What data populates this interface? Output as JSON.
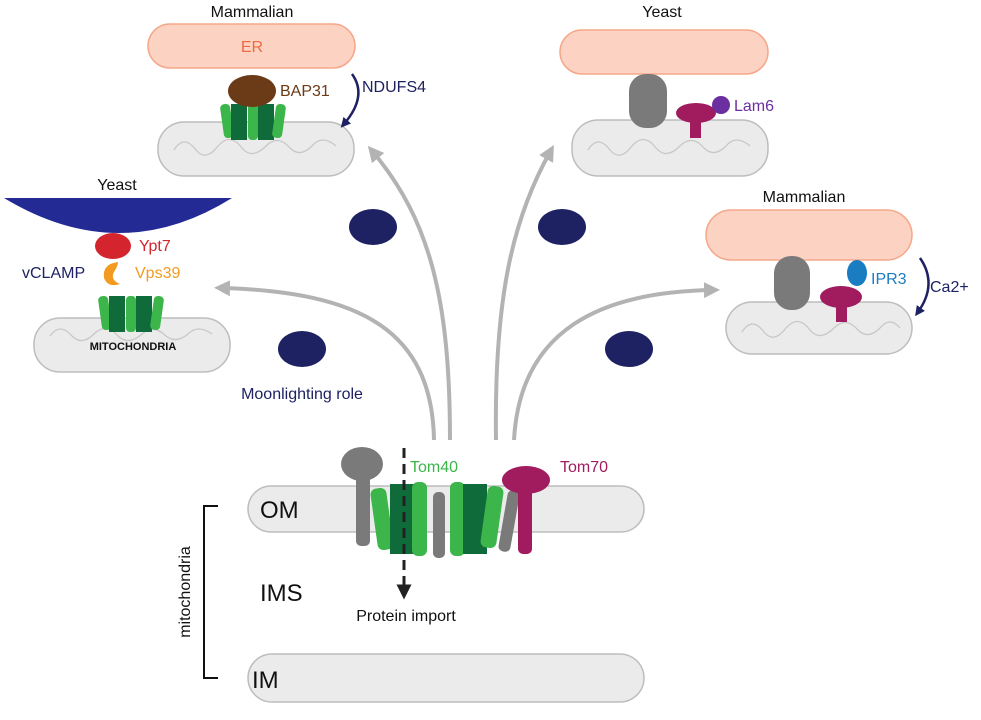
{
  "panels": {
    "top_left": {
      "organism": "Mammalian",
      "organelle": "ER",
      "tether": "BAP31",
      "partner": "NDUFS4"
    },
    "top_right": {
      "organism": "Yeast",
      "partner": "Lam6"
    },
    "mid_right": {
      "organism": "Mammalian",
      "partner": "IPR3",
      "ion": "Ca2+"
    },
    "left": {
      "organism": "Yeast",
      "tether_top": "Ypt7",
      "tether_bottom": "Vps39",
      "complex": "vCLAMP",
      "organelle": "MITOCHONDRIA"
    }
  },
  "center": {
    "moonlighting": "Moonlighting role",
    "tom40": "Tom40",
    "tom70": "Tom70",
    "om": "OM",
    "ims": "IMS",
    "im": "IM",
    "mito_bracket": "mitochondria",
    "import_label": "Protein import"
  },
  "colors": {
    "er_fill": "#fcd3c3",
    "er_stroke": "#f5a78a",
    "mito_fill": "#ebebeb",
    "mito_stroke": "#bdbdbd",
    "tom40_dark": "#0f6b3a",
    "tom40_light": "#3cb54a",
    "tom70": "#a01c5f",
    "gray_protein": "#7a7a7a",
    "navy": "#1e2262",
    "vacuole": "#232a94",
    "bap31": "#6b3a16",
    "ypt7": "#d4242e",
    "vps39": "#f29b20",
    "lam6": "#6b2fa0",
    "ipr3": "#1a7cc1",
    "arrow_gray": "#b3b3b3"
  }
}
